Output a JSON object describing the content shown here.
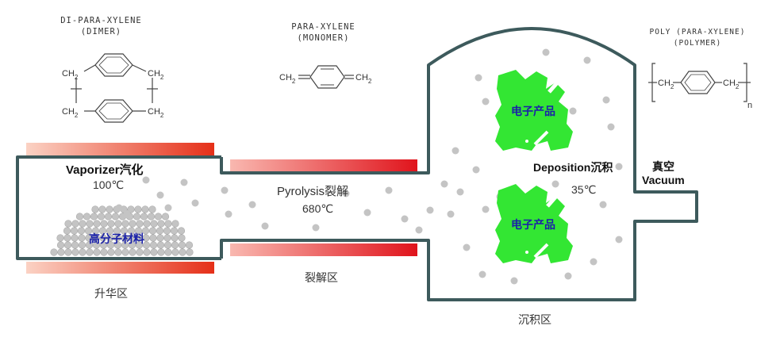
{
  "headers": {
    "dimer_line1": "DI-PARA-XYLENE",
    "dimer_line2": "(DIMER)",
    "monomer_line1": "PARA-XYLENE",
    "monomer_line2": "(MONOMER)",
    "polymer_line1": "POLY (PARA-XYLENE)",
    "polymer_line2": "(POLYMER)"
  },
  "chem": {
    "ch2": "CH",
    "sub2": "2",
    "ch2_eq": "CH",
    "n": "n"
  },
  "vaporizer": {
    "title": "Vaporizer汽化",
    "temp": "100℃",
    "material": "高分子材料",
    "zone": "升华区"
  },
  "pyrolysis": {
    "title": "Pyrolysis裂解",
    "temp": "680℃",
    "zone": "裂解区"
  },
  "deposition": {
    "title": "Deposition沉积",
    "temp": "35℃",
    "product_top": "电子产品",
    "product_bottom": "电子产品",
    "zone": "沉积区"
  },
  "vacuum": {
    "cn": "真空",
    "en": "Vacuum"
  },
  "colors": {
    "chamber_stroke": "#3d5a5c",
    "heater_light": "#f9c7b8",
    "heater_dark": "#e8341c",
    "particle": "#c4c4c4",
    "product": "#33e633"
  }
}
